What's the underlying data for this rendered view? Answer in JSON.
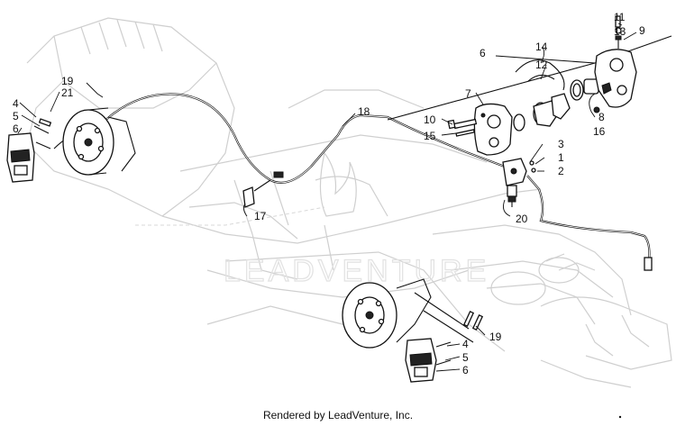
{
  "diagram": {
    "callouts": {
      "c1": "1",
      "c2": "2",
      "c3": "3",
      "c4a": "4",
      "c4b": "4",
      "c5a": "5",
      "c5b": "5",
      "c6a": "6",
      "c6b": "6",
      "c6c": "6",
      "c7": "7",
      "c8": "8",
      "c9": "9",
      "c10": "10",
      "c11": "11",
      "c12": "12",
      "c13": "13",
      "c14": "14",
      "c15": "15",
      "c16": "16",
      "c17": "17",
      "c18": "18",
      "c19a": "19",
      "c19b": "19",
      "c20": "20",
      "c21": "21"
    },
    "watermark": "LEADVENTURE"
  },
  "footer": {
    "text": "Rendered by LeadVenture, Inc."
  }
}
